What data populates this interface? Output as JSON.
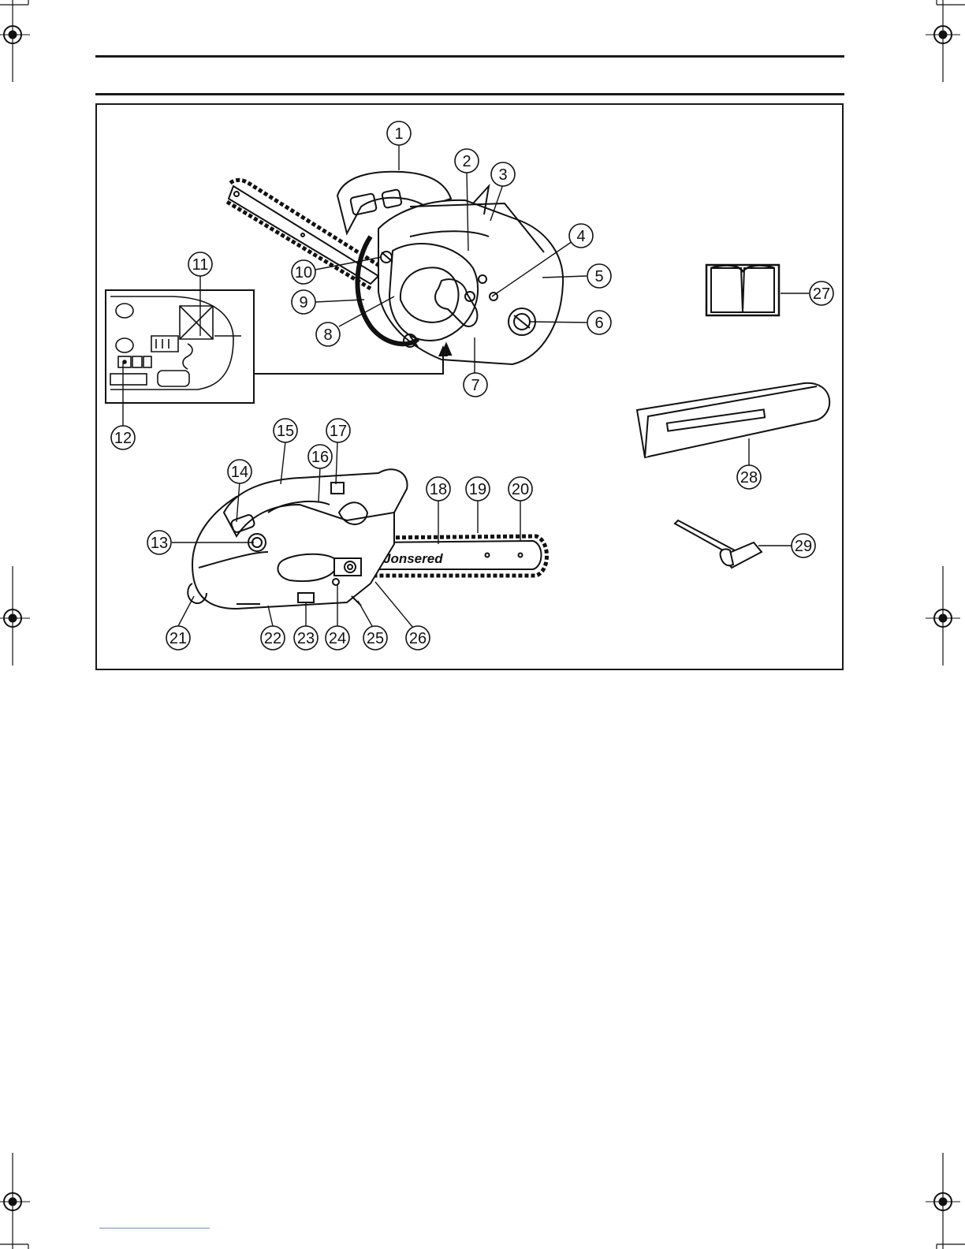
{
  "figure": {
    "brand_logo_text": "Jonsered",
    "callouts": [
      "1",
      "2",
      "3",
      "4",
      "5",
      "6",
      "7",
      "8",
      "9",
      "10",
      "11",
      "12",
      "13",
      "14",
      "15",
      "16",
      "17",
      "18",
      "19",
      "20",
      "21",
      "22",
      "23",
      "24",
      "25",
      "26",
      "27",
      "28",
      "29"
    ]
  },
  "icons": {
    "registration_mark": "crosshair-registration-icon",
    "manual": "operator-manual-icon",
    "bar_guard": "bar-guard-icon",
    "combination_spanner": "combination-spanner-icon"
  },
  "colors": {
    "ink": "#111111",
    "paper": "#ffffff",
    "link_line": "#6a8fd0"
  }
}
